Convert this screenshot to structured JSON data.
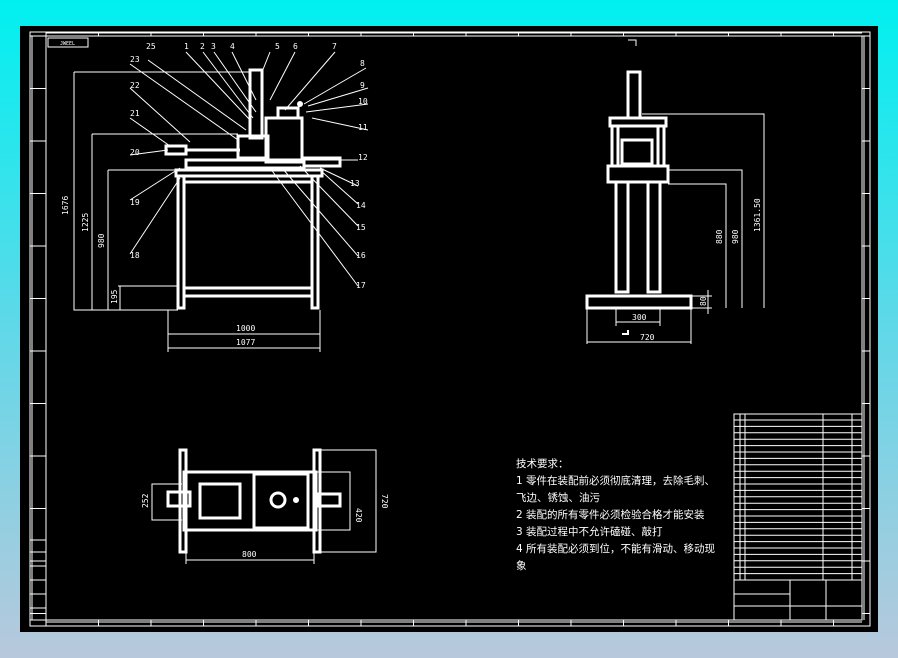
{
  "drawing": {
    "stamp": "JWEEL",
    "callouts": [
      "25",
      "1",
      "2",
      "3",
      "4",
      "5",
      "6",
      "7",
      "8",
      "9",
      "10",
      "11",
      "12",
      "13",
      "14",
      "15",
      "16",
      "17",
      "18",
      "19",
      "20",
      "21",
      "22",
      "23"
    ],
    "front_view_dims": {
      "overall_height": "1676",
      "frame_height": "1225",
      "table_height": "980",
      "foot": "195",
      "inner_width": "1000",
      "overall_width": "1077"
    },
    "side_view_dims": {
      "h1": "880",
      "h2": "980",
      "h3": "1361.50",
      "base": "80",
      "width_inner": "300",
      "width_outer": "720"
    },
    "top_view_dims": {
      "motor": "252",
      "plate": "420",
      "overall": "720",
      "length": "800"
    },
    "technical_requirements": {
      "title": "技术要求：",
      "items": [
        "1 零件在装配前必须彻底清理，去除毛刺、",
        "飞边、锈蚀、油污",
        "2 装配的所有零件必须检验合格才能安装",
        "3 装配过程中不允许磕碰、敲打",
        "4 所有装配必须到位，不能有滑动、移动现",
        "象"
      ]
    }
  }
}
